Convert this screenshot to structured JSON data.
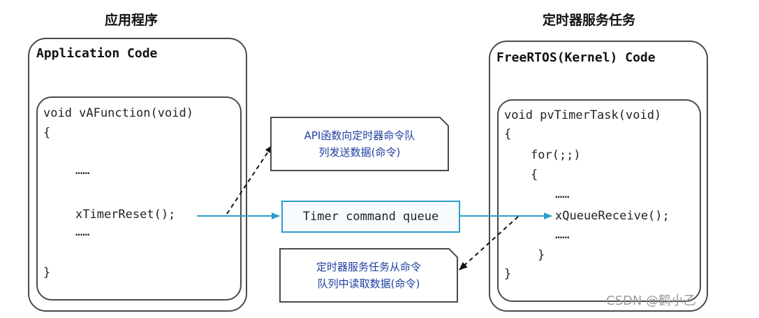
{
  "headings": {
    "left": "应用程序",
    "right": "定时器服务任务"
  },
  "left_box": {
    "title": "Application Code",
    "code_lines": [
      "void vAFunction(void)",
      "{",
      "……",
      "xTimerReset();",
      "……",
      "}"
    ]
  },
  "right_box": {
    "title": "FreeRTOS(Kernel) Code",
    "code_lines": [
      "void pvTimerTask(void)",
      "{",
      "for(;;)",
      "{",
      "……",
      "xQueueReceive();",
      "……",
      "}",
      "}"
    ]
  },
  "queue": {
    "label": "Timer command queue"
  },
  "notes": {
    "send": [
      "API函数向定时器命令队",
      "列发送数据(命令)"
    ],
    "receive": [
      "定时器服务任务从命令",
      "队列中读取数据(命令)"
    ]
  },
  "watermark": "CSDN @鹤小乙",
  "colors": {
    "arrow": "#2aa0c9",
    "note_text": "#1f3fa0",
    "border": "#4a4a4a"
  }
}
